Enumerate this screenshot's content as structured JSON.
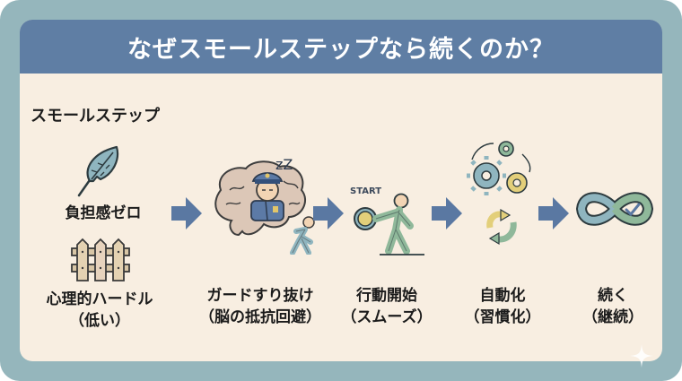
{
  "title": "なぜスモールステップなら続くのか？",
  "section_label": "スモールステップ",
  "left_items": [
    {
      "icon": "feather-icon",
      "label": "負担感ゼロ"
    },
    {
      "icon": "fence-icon",
      "label_line1": "心理的ハードル",
      "label_line2": "（低い）"
    }
  ],
  "steps": [
    {
      "icon": "sleeping-guard-brain-icon",
      "label_line1": "ガードすり抜け",
      "label_line2": "（脳の抵抗回避）"
    },
    {
      "icon": "start-button-walker-icon",
      "icon_text": "START",
      "label_line1": "行動開始",
      "label_line2": "（スムーズ）"
    },
    {
      "icon": "gears-cycle-icon",
      "label_line1": "自動化",
      "label_line2": "（習慣化）"
    },
    {
      "icon": "infinity-check-icon",
      "label_line1": "続く",
      "label_line2": "（継続）"
    }
  ],
  "sleep_text": "zZ",
  "colors": {
    "frame": "#95b6bc",
    "header": "#5f7ea4",
    "background": "#f8eee1",
    "arrow": "#5a78a2",
    "teal_icon": "#8fb5bf",
    "green_icon": "#8fb89a",
    "yellow_icon": "#e3cf7a"
  }
}
